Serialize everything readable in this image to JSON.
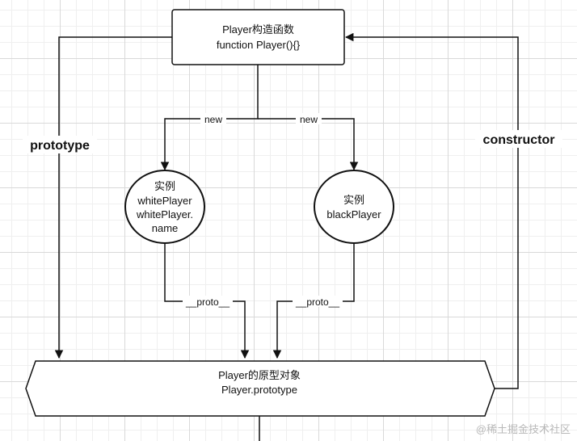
{
  "constructor_node": {
    "line1": "Player构造函数",
    "line2": "function Player(){}"
  },
  "instance_white": {
    "line1": "实例",
    "line2": "whitePlayer",
    "line3": "whitePlayer.",
    "line4": "name"
  },
  "instance_black": {
    "line1": "实例",
    "line2": "blackPlayer"
  },
  "prototype_node": {
    "line1": "Player的原型对象",
    "line2": "Player.prototype"
  },
  "edges": {
    "new_left": "new",
    "new_right": "new",
    "proto_left": "__proto__",
    "proto_right": "__proto__",
    "prototype": "prototype",
    "constructor": "constructor"
  },
  "watermark": "@稀土掘金技术社区"
}
